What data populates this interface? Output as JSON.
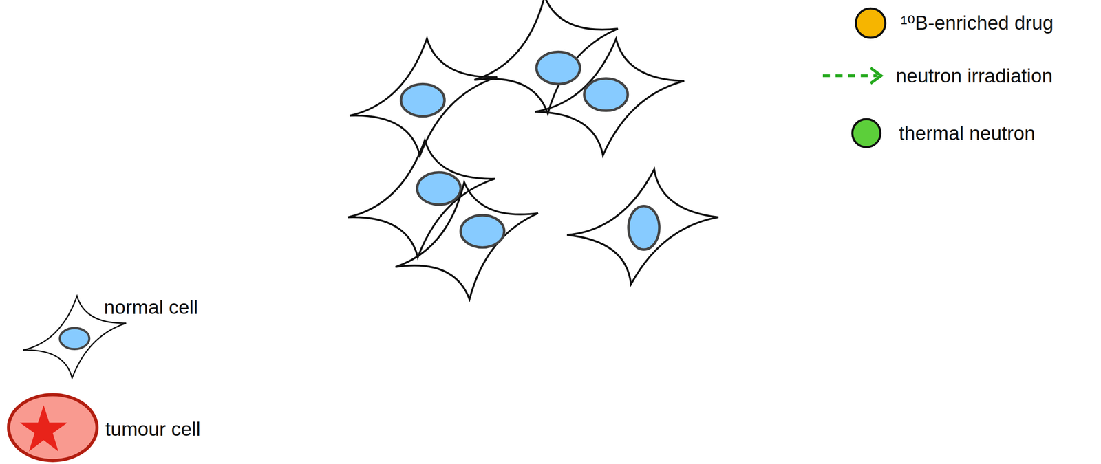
{
  "diagram": {
    "legend": [
      {
        "text": "¹⁰B-enriched drug",
        "color": "#f6b500"
      },
      {
        "text": "neutron irradiation"
      },
      {
        "text": "thermal neutron",
        "color": "#5ccf3a"
      },
      {
        "text": "normal cell"
      },
      {
        "text": "tumour cell"
      }
    ]
  }
}
